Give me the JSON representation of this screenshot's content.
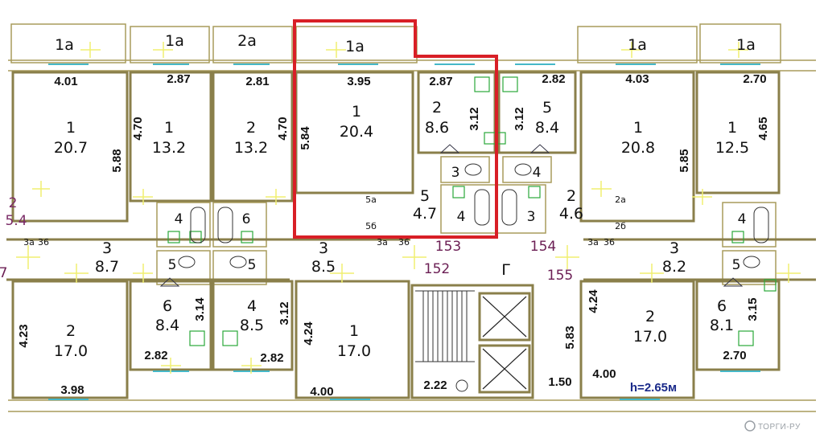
{
  "rooms": [
    {
      "id": "r1",
      "type": "1а",
      "area": ""
    },
    {
      "id": "r2",
      "type": "1а",
      "area": ""
    },
    {
      "id": "r3",
      "type": "2а",
      "area": ""
    },
    {
      "id": "r4",
      "type": "1а",
      "area": ""
    },
    {
      "id": "r5",
      "type": "1а",
      "area": ""
    },
    {
      "id": "r6",
      "type": "1а",
      "area": ""
    },
    {
      "id": "l1",
      "type": "1",
      "area": "20.7"
    },
    {
      "id": "l2",
      "type": "1",
      "area": "13.2"
    },
    {
      "id": "l3",
      "type": "2",
      "area": "13.2"
    },
    {
      "id": "l4",
      "type": "1",
      "area": "20.4"
    },
    {
      "id": "l5",
      "type": "2",
      "area": "8.6"
    },
    {
      "id": "l6",
      "type": "5",
      "area": "8.4"
    },
    {
      "id": "l7",
      "type": "1",
      "area": "20.8"
    },
    {
      "id": "l8",
      "type": "1",
      "area": "12.5"
    },
    {
      "id": "c1",
      "type": "2",
      "area": "5.4"
    },
    {
      "id": "c2",
      "type": "5",
      "area": "4.7"
    },
    {
      "id": "c3",
      "type": "2",
      "area": "4.6"
    },
    {
      "id": "h1",
      "type": "3",
      "area": "8.7"
    },
    {
      "id": "h2",
      "type": "3",
      "area": "8.5"
    },
    {
      "id": "h3",
      "type": "3",
      "area": "8.2"
    },
    {
      "id": "b1",
      "type": "2",
      "area": "17.0"
    },
    {
      "id": "b2",
      "type": "6",
      "area": "8.4"
    },
    {
      "id": "b3",
      "type": "4",
      "area": "8.5"
    },
    {
      "id": "b4",
      "type": "1",
      "area": "17.0"
    },
    {
      "id": "b5",
      "type": "2",
      "area": "17.0"
    },
    {
      "id": "b6",
      "type": "6",
      "area": "8.1"
    }
  ],
  "small_labels": {
    "bath_4_left": "4",
    "bath_6": "6",
    "bath_5_left": "5",
    "bath_5_mid": "5",
    "wc_3": "3",
    "wc_4": "4",
    "bath_4_center": "4",
    "bath_3_center": "3",
    "bath_4_right": "4",
    "bath_5_right": "5",
    "s5a": "5а",
    "s5b": "5б",
    "s2a": "2а",
    "s2b": "2б",
    "s3a36_left": "3а",
    "s36_left": "36",
    "s3a36_mid": "3а",
    "s36_mid": "36",
    "s3a36_right": "3а",
    "s36_right": "36",
    "corridor": "Г"
  },
  "flat_numbers": [
    "153",
    "152",
    "154",
    "155"
  ],
  "flat_fragments": {
    "left_7": "7",
    "left_2": "2",
    "left_54": "5.4"
  },
  "dimensions": {
    "d401": "4.01",
    "d287a": "2.87",
    "d281": "2.81",
    "d395": "3.95",
    "d287b": "2.87",
    "d282a": "2.82",
    "d403": "4.03",
    "d270a": "2.70",
    "d470a": "4.70",
    "d588": "5.88",
    "d470b": "4.70",
    "d584": "5.84",
    "d312a": "3.12",
    "d312b": "3.12",
    "d585": "5.85",
    "d465": "4.65",
    "d423": "4.23",
    "d314": "3.14",
    "d312c": "3.12",
    "d424a": "4.24",
    "d583": "5.83",
    "d424b": "4.24",
    "d315": "3.15",
    "d282b": "2.82",
    "d282c": "2.82",
    "d398": "3.98",
    "d400a": "4.00",
    "d222": "2.22",
    "d150": "1.50",
    "d400b": "4.00",
    "d270b": "2.70"
  },
  "height_note": "h=2.65м",
  "watermark": "ТОРГИ-РУ",
  "colors": {
    "selection": "#d81f26",
    "walls": "#8a7f4a",
    "windows": "#45b8c8",
    "plumbing": "#2aa83a",
    "flat_numbers": "#6b1e54"
  }
}
